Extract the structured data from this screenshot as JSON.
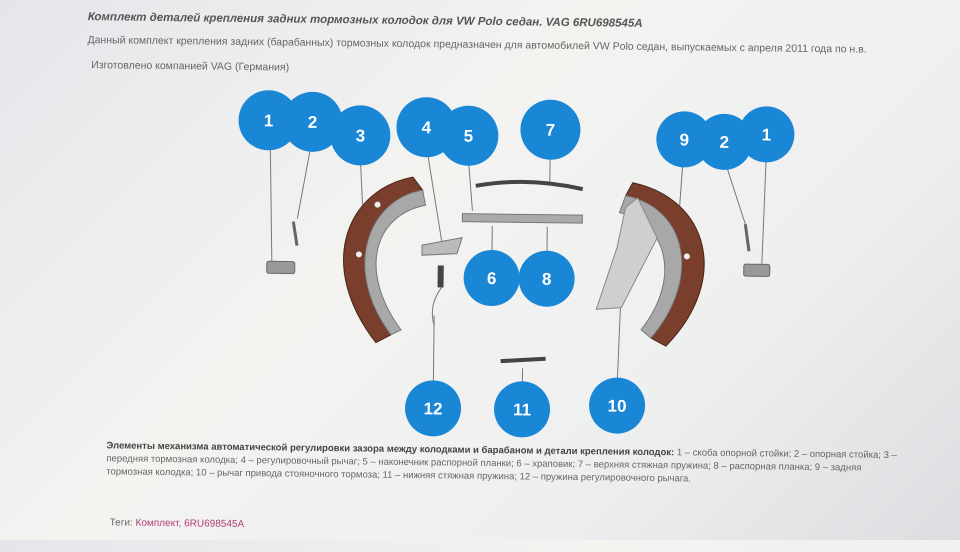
{
  "article": {
    "title": "Комплект деталей крепления задних тормозных колодок для VW Polo седан. VAG 6RU698545A",
    "description": "Данный комплект крепления задних (барабанных) тормозных колодок предназначен для автомобилей VW Polo седан, выпускаемых с апреля 2011 года по н.в.",
    "manufacturer": "Изготовлено компанией VAG (Германия)"
  },
  "diagram": {
    "callouts": [
      "1",
      "2",
      "3",
      "4",
      "5",
      "7",
      "9",
      "2",
      "1",
      "6",
      "8",
      "12",
      "11",
      "10"
    ],
    "circle_color": "#1a86d6"
  },
  "legend": {
    "heading": "Элементы механизма автоматической регулировки зазора между колодками и барабаном и детали крепления колодок:",
    "text": "1 – скоба опорной стойки; 2 – опорная стойка; 3 – передняя тормозная колодка; 4 – регулировочный рычаг; 5 – наконечник распорной планки; 6 – храповик; 7 – верхняя стяжная пружина; 8 – распорная планка; 9 – задняя тормозная колодка; 10 – рычаг привода стояночного тормоза; 11 – нижняя стяжная пружина; 12 – пружина регулировочного рычага."
  },
  "tags": {
    "label": "Теги:",
    "items": [
      "Комплект",
      "6RU698545A"
    ]
  }
}
